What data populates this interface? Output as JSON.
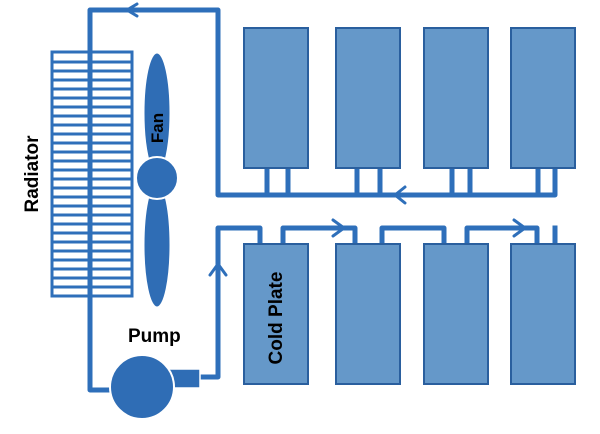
{
  "labels": {
    "radiator": "Radiator",
    "fan": "Fan",
    "pump": "Pump",
    "cold_plate": "Cold Plate"
  },
  "colors": {
    "pipe": "#2e6fba",
    "plate_fill": "#6598c9",
    "plate_stroke": "#2a5f9e",
    "fan_fill": "#2f6db5",
    "pump_fill": "#2f6db5",
    "radiator_stroke": "#2e6fba",
    "text": "#000000",
    "background": "#ffffff"
  },
  "icons": {
    "flow_arrow": "chevron-arrow-icon",
    "fan": "fan-icon",
    "pump": "pump-icon"
  }
}
